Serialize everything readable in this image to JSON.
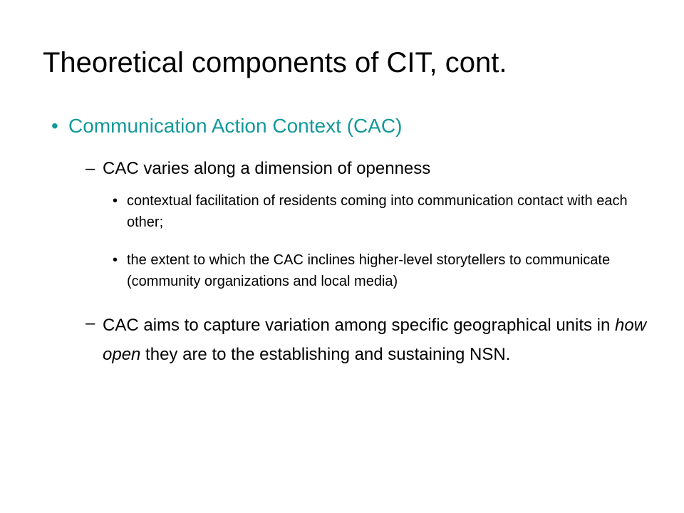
{
  "slide": {
    "title": "Theoretical components of CIT, cont.",
    "bullet_char": "•",
    "dash_char": "–",
    "level1": {
      "text": "Communication Action Context (CAC)"
    },
    "level2": [
      {
        "text": "CAC varies along a dimension of openness"
      },
      {
        "text_before": "CAC aims to capture variation among specific geographical units in ",
        "text_italic": "how open",
        "text_after": " they are to the establishing and sustaining NSN."
      }
    ],
    "level3": [
      {
        "text": "contextual facilitation of residents coming into communication contact with each other;"
      },
      {
        "text": "the extent to which the CAC inclines higher-level storytellers to communicate (community organizations and local media)"
      }
    ],
    "colors": {
      "accent": "#139999",
      "text": "#000000",
      "background": "#ffffff"
    }
  }
}
